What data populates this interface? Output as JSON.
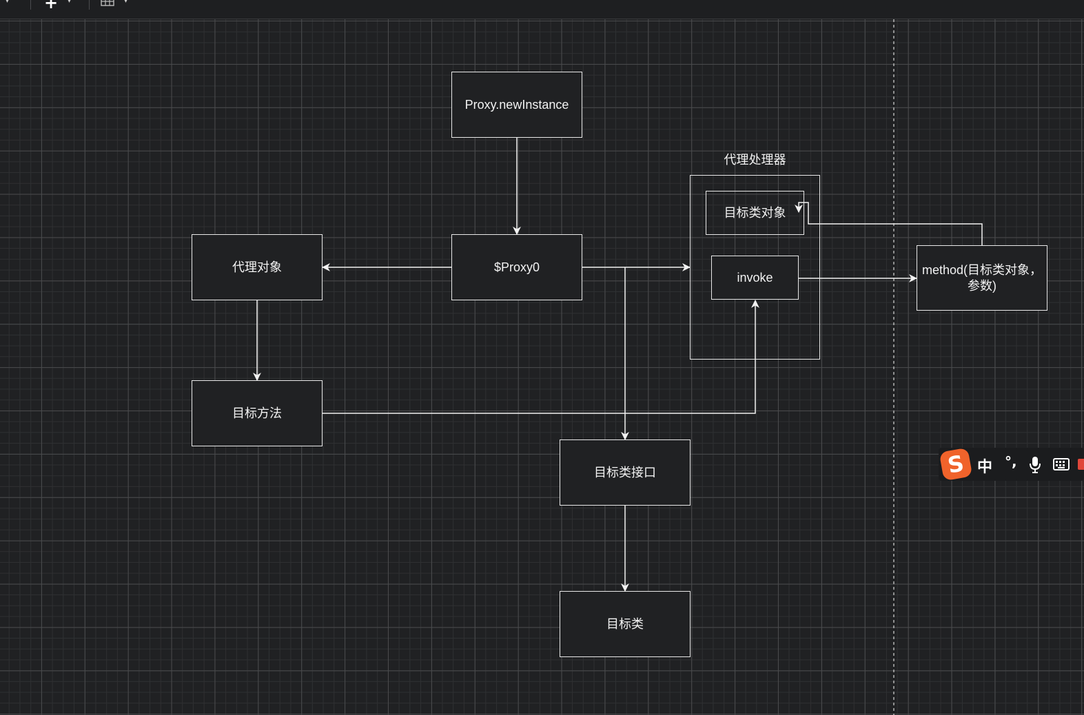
{
  "toolbar": {
    "items": [
      {
        "name": "dropdown-caret-icon"
      },
      {
        "name": "insert-plus-icon"
      },
      {
        "name": "insert-caret-icon"
      },
      {
        "name": "table-icon"
      },
      {
        "name": "table-caret-icon"
      }
    ]
  },
  "diagram": {
    "nodes": {
      "proxy_new_instance": "Proxy.newInstance",
      "proxy0": "$Proxy0",
      "proxy_object": "代理对象",
      "target_method": "目标方法",
      "target_interface": "目标类接口",
      "target_class": "目标类",
      "target_object": "目标类对象",
      "invoke": "invoke",
      "method_call": "method(目标类对象，参数)"
    },
    "containers": {
      "handler_title": "代理处理器"
    },
    "edges": [
      {
        "from": "Proxy.newInstance",
        "to": "$Proxy0"
      },
      {
        "from": "$Proxy0",
        "to": "代理对象"
      },
      {
        "from": "$Proxy0",
        "to": "代理处理器"
      },
      {
        "from": "$Proxy0",
        "to": "目标类接口"
      },
      {
        "from": "代理对象",
        "to": "目标方法"
      },
      {
        "from": "目标方法",
        "to": "invoke"
      },
      {
        "from": "invoke",
        "to": "method(目标类对象，参数)"
      },
      {
        "from": "method(目标类对象，参数)",
        "to": "目标类对象"
      },
      {
        "from": "目标类接口",
        "to": "目标类"
      }
    ]
  },
  "ime": {
    "logo": "S",
    "mode": "中",
    "punct": "°,",
    "icons": [
      "microphone-icon",
      "keyboard-icon"
    ]
  },
  "colors": {
    "canvas_bg": "#202123",
    "stroke": "#e9e9e9",
    "text": "#f2f2f2",
    "ime_logo": "#f0632b"
  }
}
